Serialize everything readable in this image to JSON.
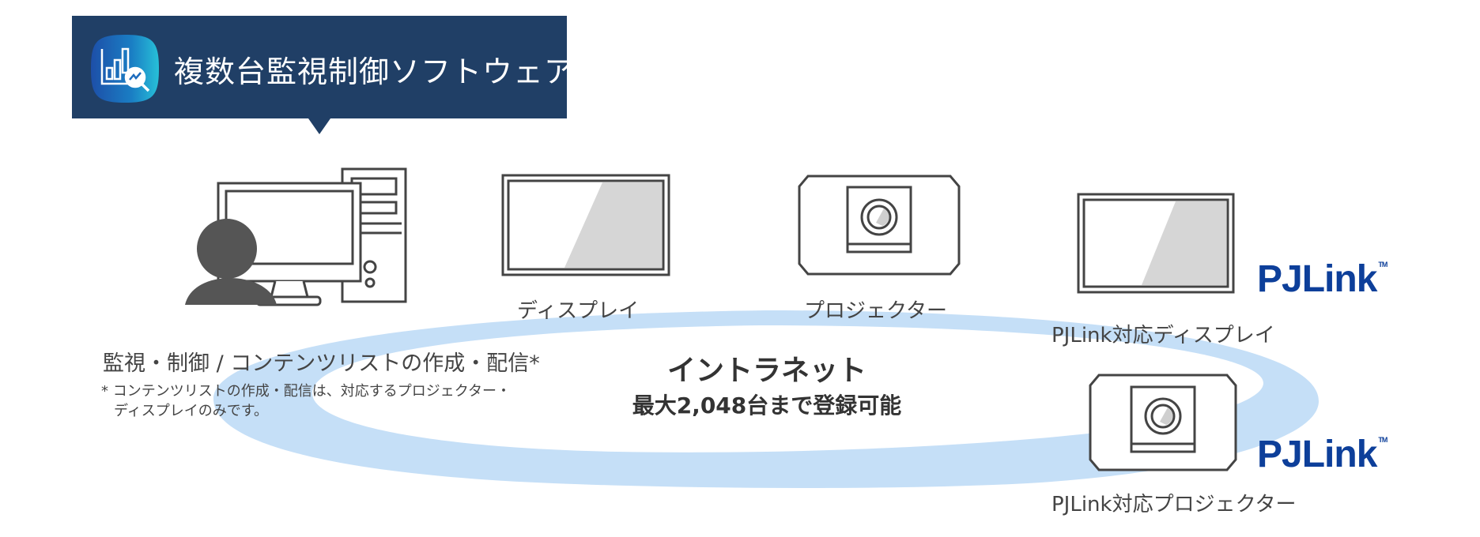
{
  "header": {
    "title": "複数台監視制御ソフトウェア",
    "icon": "analytics-monitor-icon",
    "background_color": "#203f66"
  },
  "network": {
    "title": "イントラネット",
    "capacity": "最大2,048台まで登録可能",
    "ring_color": "#c5dff7"
  },
  "controller": {
    "icon": "computer-with-user-icon",
    "label": "監視・制御 / コンテンツリストの作成・配信*",
    "note_line1": "* コンテンツリストの作成・配信は、対応するプロジェクター・",
    "note_line2": "ディスプレイのみです。"
  },
  "devices": [
    {
      "icon": "display-icon",
      "label": "ディスプレイ"
    },
    {
      "icon": "projector-icon",
      "label": "プロジェクター"
    },
    {
      "icon": "display-icon",
      "label": "PJLink対応ディスプレイ",
      "badge": "PJLink",
      "badge_tm": "TM"
    },
    {
      "icon": "projector-icon",
      "label": "PJLink対応プロジェクター",
      "badge": "PJLink",
      "badge_tm": "TM"
    }
  ],
  "colors": {
    "pjlink_blue": "#0d3f9a",
    "icon_stroke": "#444444",
    "icon_fill": "#d6d6d6"
  }
}
